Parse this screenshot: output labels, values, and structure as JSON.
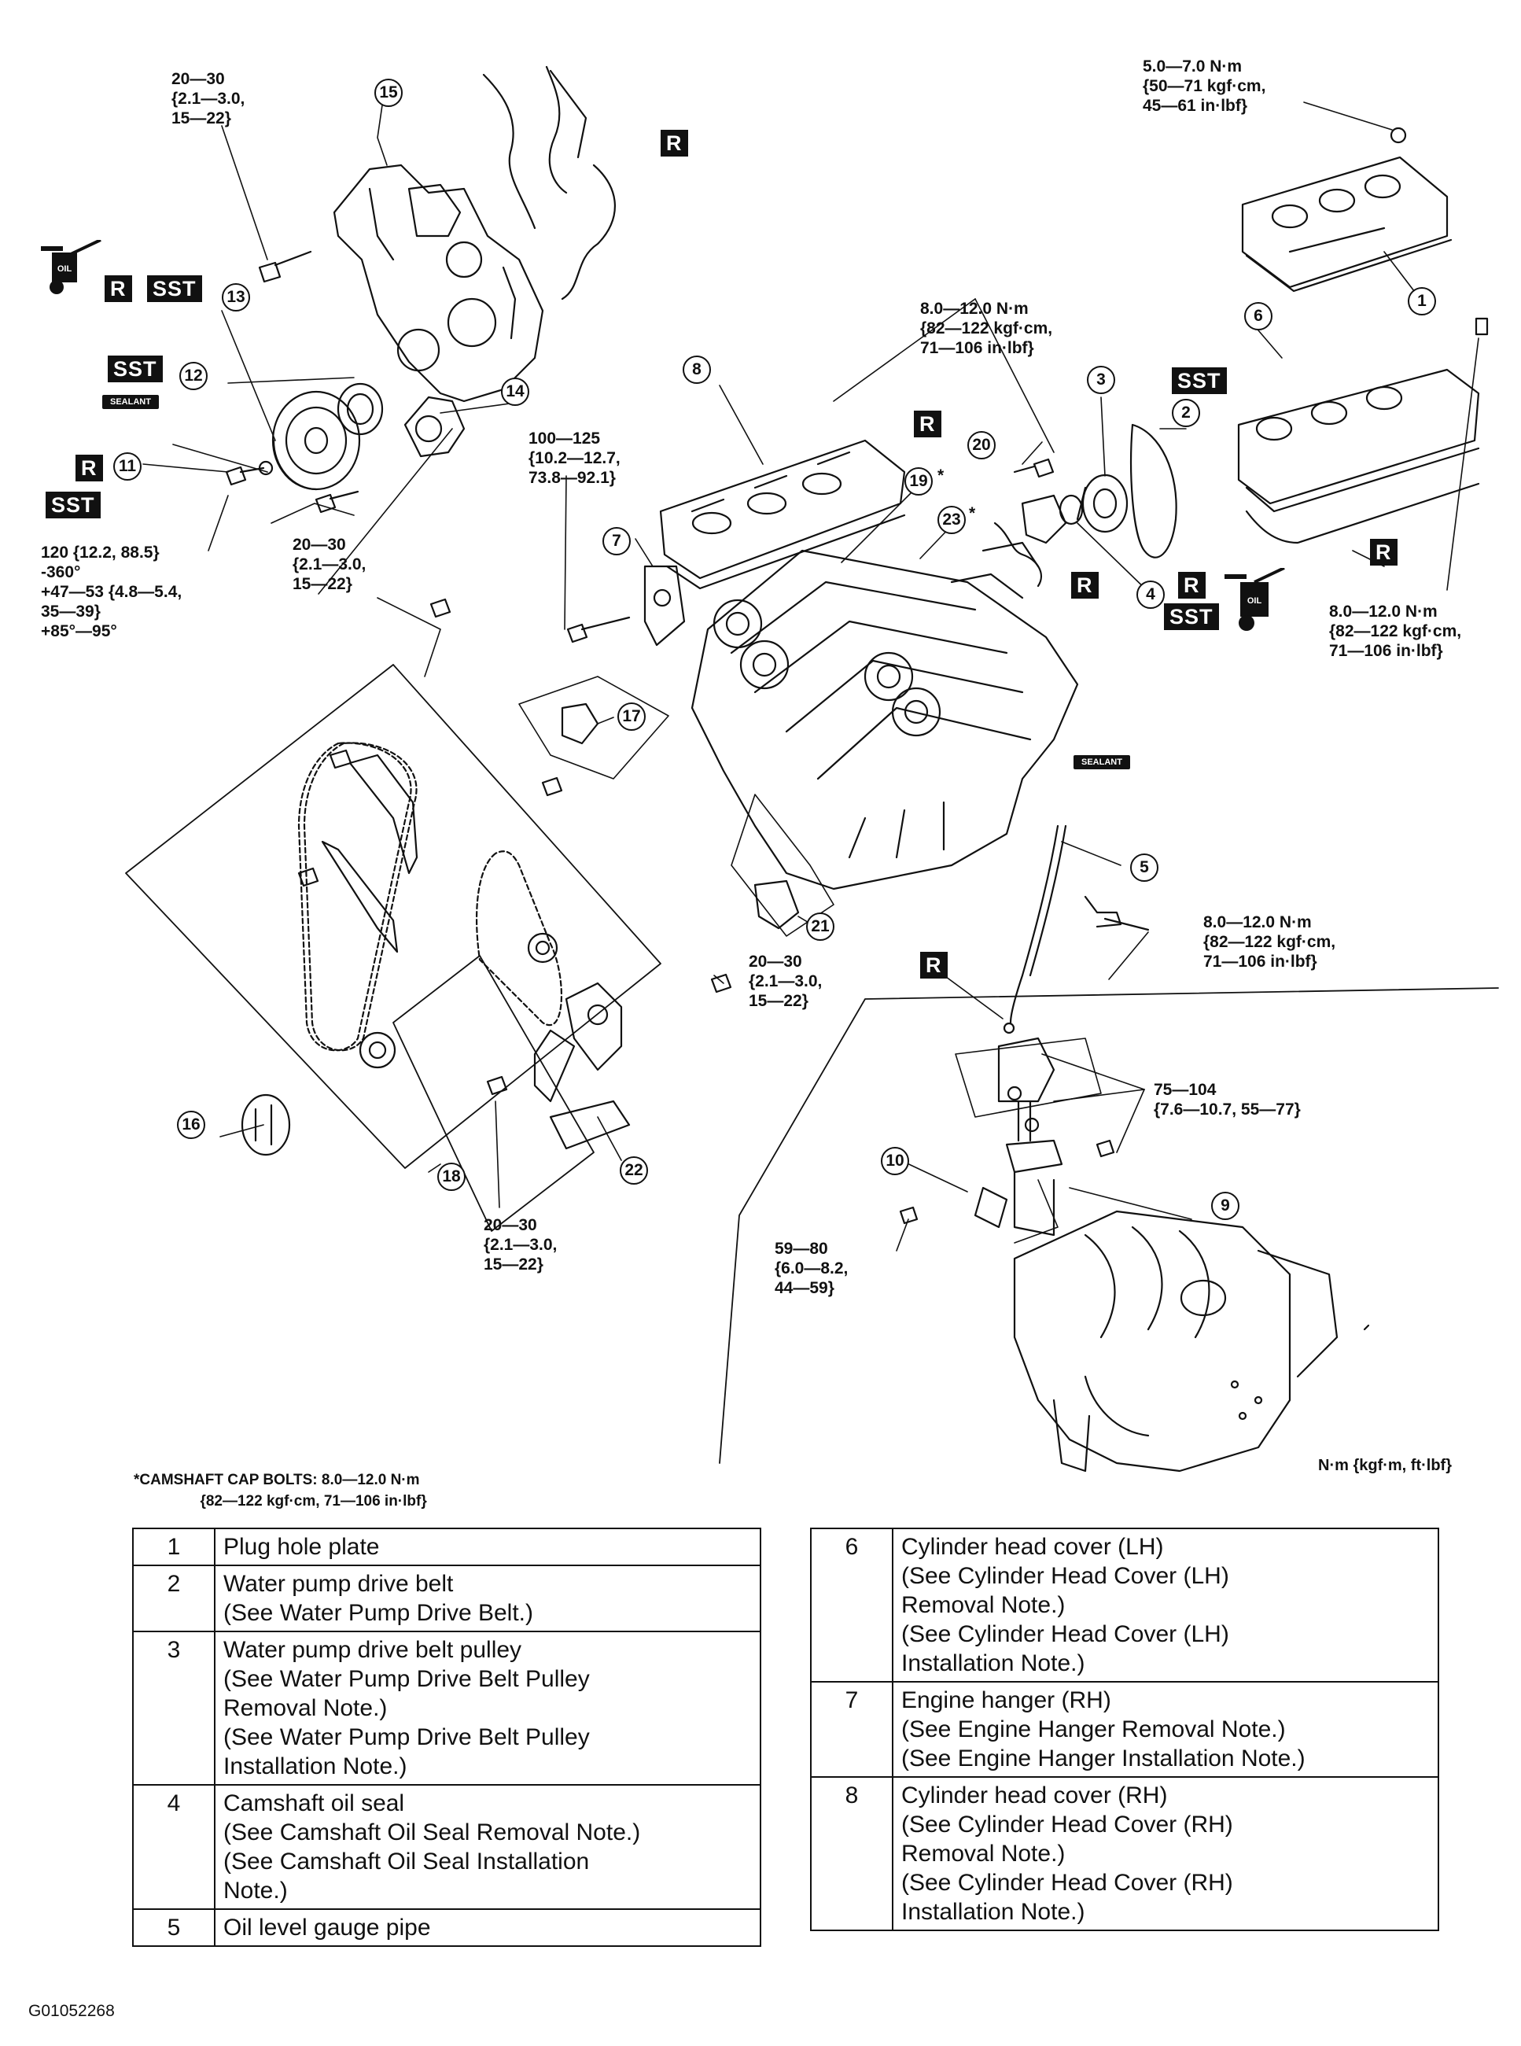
{
  "figure_id": "G01052268",
  "unit_note": "N·m {kgf·m, ft·lbf}",
  "footnote": "*CAMSHAFT CAP BOLTS: 8.0—12.0 N·m\n                {82—122 kgf·cm, 71—106 in·lbf}",
  "symbols": {
    "replace": "R",
    "special_tool": "SST",
    "sealant": "SEALANT",
    "oil": "OIL"
  },
  "torque_specs": [
    "20—30\n{2.1—3.0,\n15—22}",
    "5.0—7.0 N·m\n{50—71 kgf·cm,\n45—61 in·lbf}",
    "8.0—12.0 N·m\n{82—122 kgf·cm,\n71—106 in·lbf}",
    "100—125\n{10.2—12.7,\n73.8—92.1}",
    "120 {12.2, 88.5}\n-360°\n+47—53 {4.8—5.4,\n35—39}\n+85°—95°",
    "20—30\n{2.1—3.0,\n15—22}",
    "8.0—12.0 N·m\n{82—122 kgf·cm,\n71—106 in·lbf}",
    "8.0—12.0 N·m\n{82—122 kgf·cm,\n71—106 in·lbf}",
    "20—30\n{2.1—3.0,\n15—22}",
    "75—104\n{7.6—10.7, 55—77}",
    "59—80\n{6.0—8.2,\n44—59}",
    "20—30\n{2.1—3.0,\n15—22}"
  ],
  "callouts": [
    "1",
    "2",
    "3",
    "4",
    "5",
    "6",
    "7",
    "8",
    "9",
    "10",
    "11",
    "12",
    "13",
    "14",
    "15",
    "16",
    "17",
    "18",
    "19",
    "20",
    "21",
    "22",
    "23"
  ],
  "parts_table_left": [
    {
      "num": "1",
      "lines": [
        "Plug hole plate"
      ]
    },
    {
      "num": "2",
      "lines": [
        "Water pump drive belt",
        "(See Water Pump Drive Belt.)"
      ]
    },
    {
      "num": "3",
      "lines": [
        "Water pump drive belt pulley",
        "(See Water Pump Drive Belt Pulley",
        "Removal Note.)",
        "(See Water Pump Drive Belt Pulley",
        "Installation Note.)"
      ]
    },
    {
      "num": "4",
      "lines": [
        "Camshaft oil seal",
        "(See Camshaft Oil Seal Removal Note.)",
        "(See Camshaft Oil Seal Installation",
        "Note.)"
      ]
    },
    {
      "num": "5",
      "lines": [
        "Oil level gauge pipe"
      ]
    }
  ],
  "parts_table_right": [
    {
      "num": "6",
      "lines": [
        "Cylinder head cover (LH)",
        "(See Cylinder Head Cover (LH)",
        "Removal Note.)",
        "(See Cylinder Head Cover (LH)",
        "Installation Note.)"
      ]
    },
    {
      "num": "7",
      "lines": [
        "Engine hanger (RH)",
        " (See Engine Hanger Removal Note.)",
        " (See Engine Hanger Installation Note.)"
      ]
    },
    {
      "num": "8",
      "lines": [
        "Cylinder head cover (RH)",
        "(See Cylinder Head Cover (RH)",
        "Removal Note.)",
        "(See Cylinder Head Cover (RH)",
        "Installation Note.)"
      ]
    }
  ]
}
